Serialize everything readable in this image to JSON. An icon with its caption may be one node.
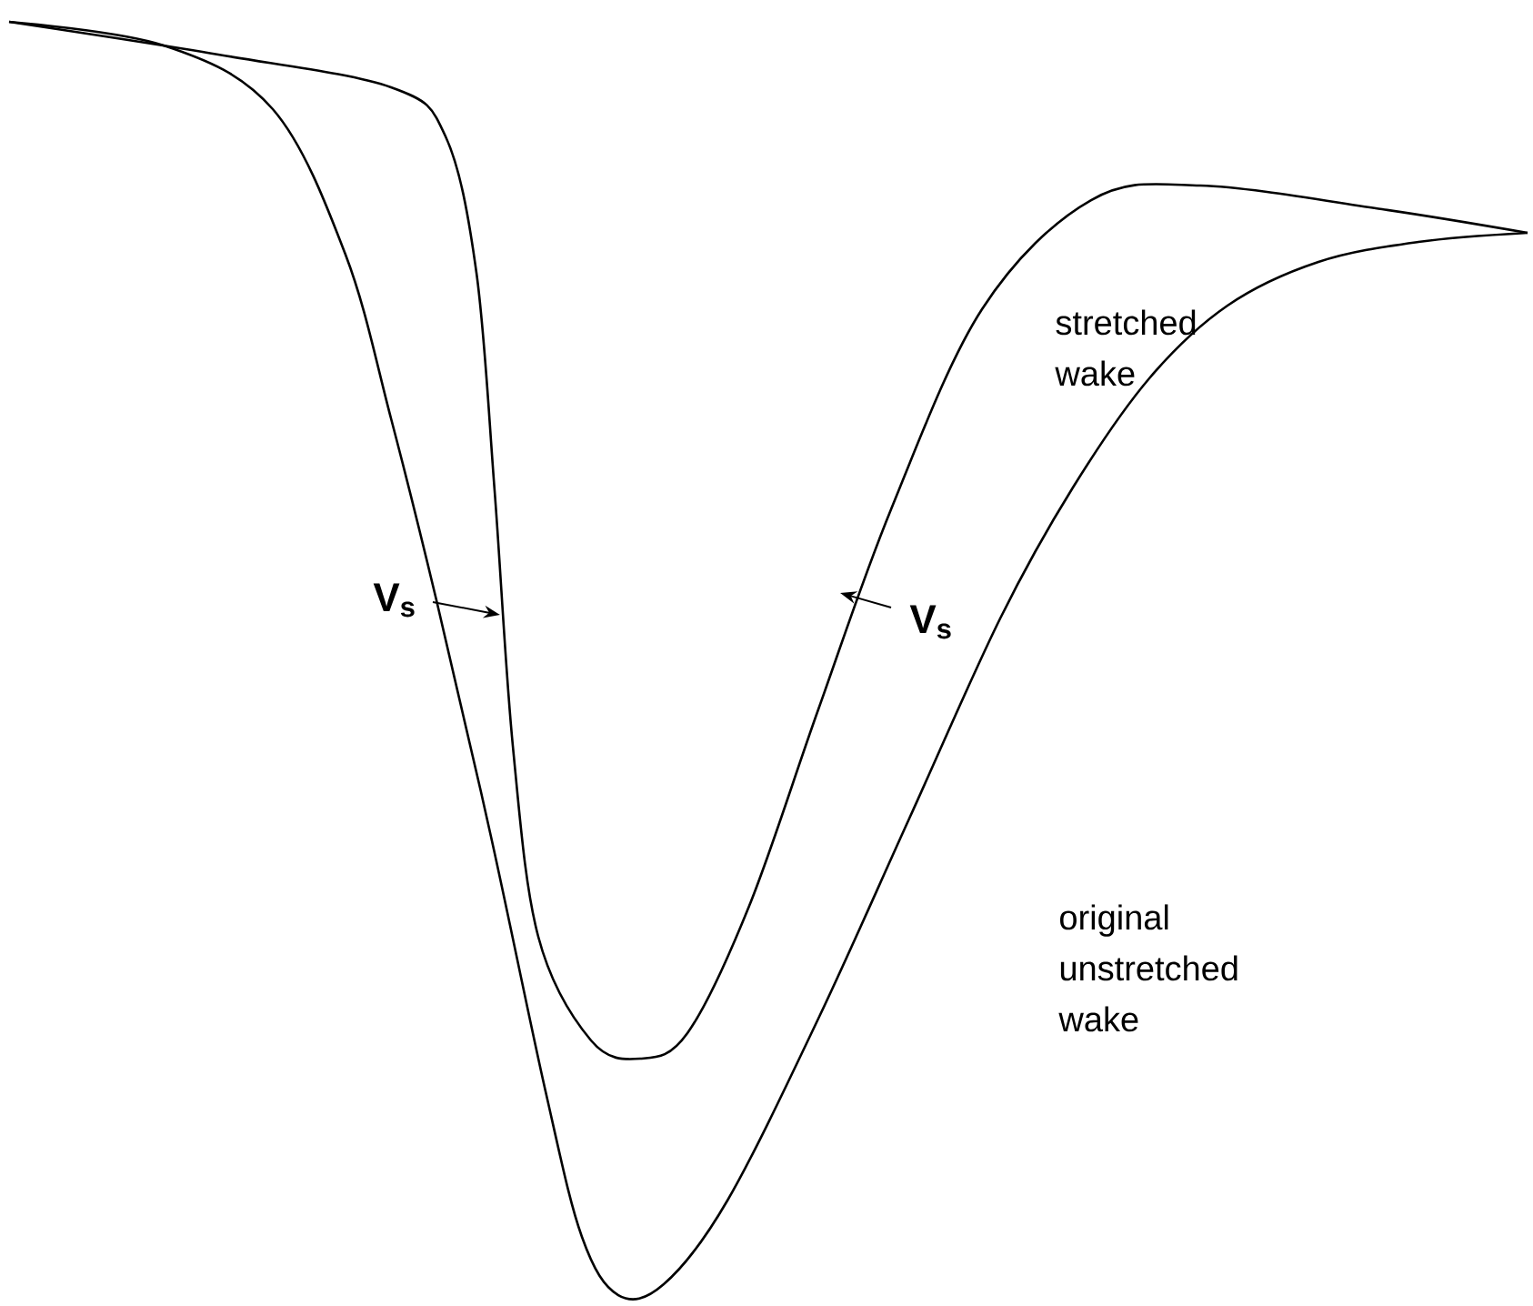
{
  "diagram": {
    "labels": [
      "stretched wake",
      "V$_{s}$",
      "V$_{s}$",
      "original unstretched wake"
    ]
  }
}
